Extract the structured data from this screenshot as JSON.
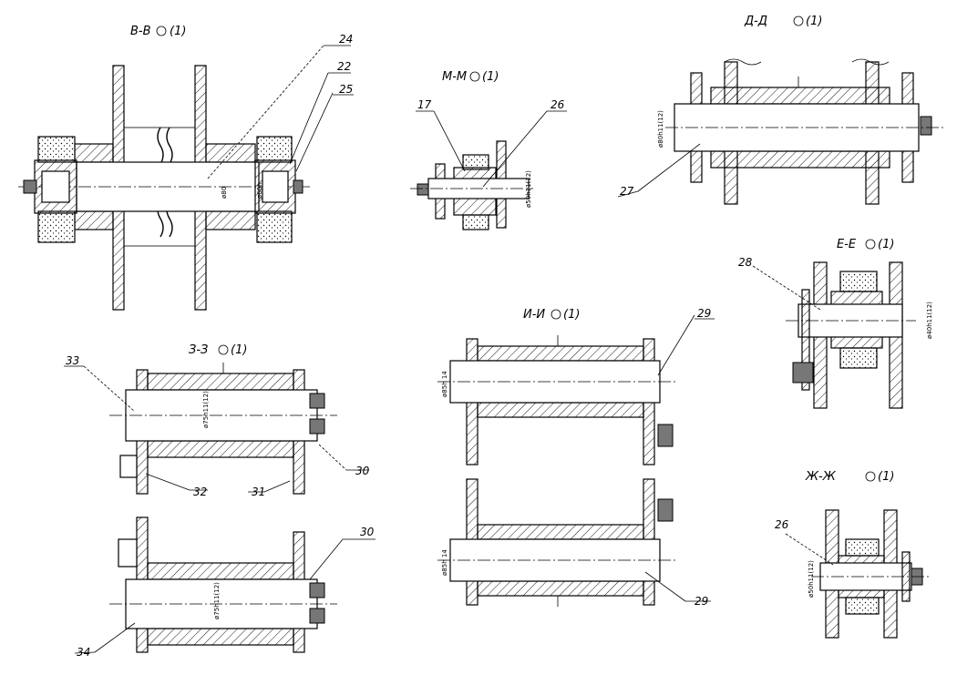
{
  "views": {
    "vv": {
      "title": "В-В",
      "suffix": "(1)",
      "dim": "ø80"
    },
    "mm": {
      "title": "М-М",
      "suffix": "(1)",
      "dim": "ø50h11(12)"
    },
    "dd": {
      "title": "Д-Д",
      "suffix": "(1)",
      "dim": "ø80h11(12)"
    },
    "ee": {
      "title": "Е-Е",
      "suffix": "(1)",
      "dim": "ø40h11(12)"
    },
    "zz": {
      "title": "З-З",
      "suffix": "(1)",
      "dim": "ø75h11(12)"
    },
    "ii": {
      "title": "И-И",
      "suffix": "(1)",
      "dim": "ø85h 14"
    },
    "zhzh": {
      "title": "Ж-Ж",
      "suffix": "(1)",
      "dim": "ø50h11(12)"
    }
  },
  "extra_dims": {
    "vv_2": "ø60h",
    "ii_2": "ø85h 14",
    "z_lower": "ø75h11(12)"
  },
  "callouts": {
    "c24": "24",
    "c22": "22",
    "c25": "25",
    "c17": "17",
    "c26a": "26",
    "c27": "27",
    "c28": "28",
    "c33": "33",
    "c30a": "30",
    "c32": "32",
    "c31": "31",
    "c29a": "29",
    "c30b": "30",
    "c34": "34",
    "c29b": "29",
    "c26b": "26"
  }
}
